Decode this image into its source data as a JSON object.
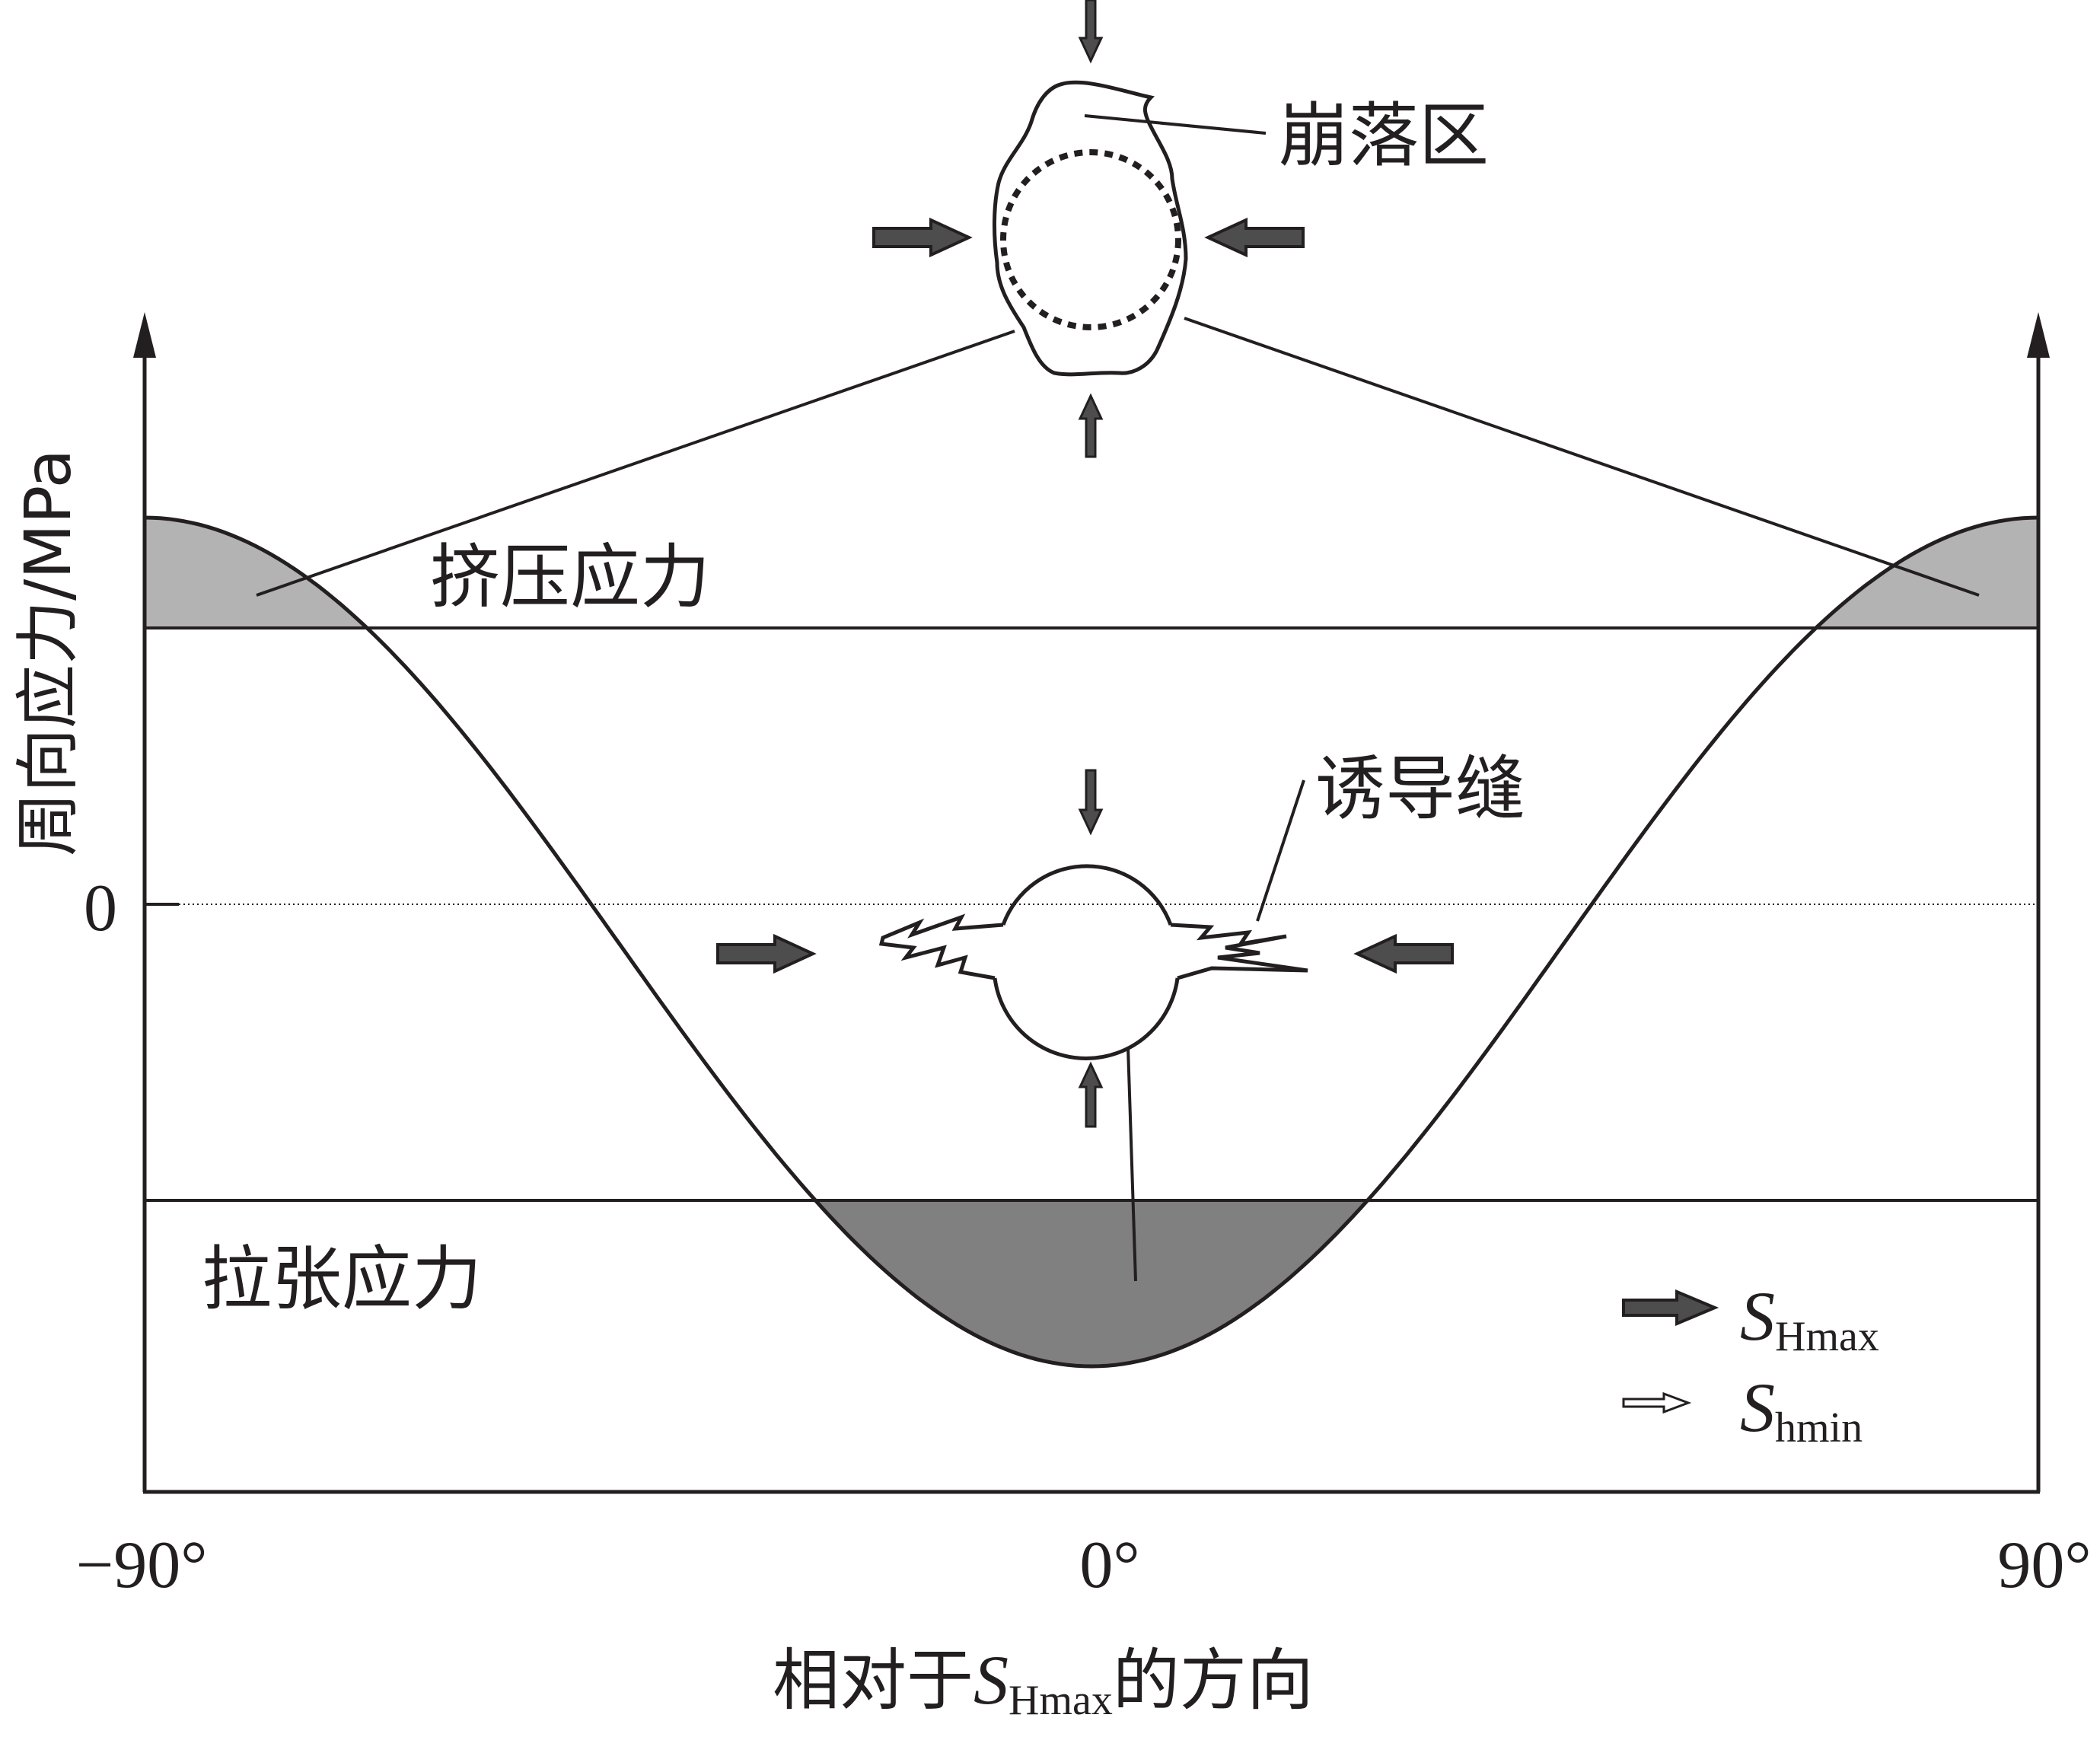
{
  "y_axis_label": "周向应力/MPa",
  "y_zero_label": "0",
  "x_ticks": [
    "−90°",
    "0°",
    "90°"
  ],
  "x_axis_label": {
    "prefix": "相对于",
    "symbol": "S",
    "subscript": "Hmax",
    "suffix": "的方向"
  },
  "region_labels": {
    "compression": "挤压应力",
    "tension": "拉张应力"
  },
  "callouts": {
    "breakout": "崩落区",
    "induced_fracture": "诱导缝"
  },
  "legend": [
    {
      "symbol": "S",
      "subscript": "Hmax",
      "arrow": "thick"
    },
    {
      "symbol": "S",
      "subscript": "hmin",
      "arrow": "thin"
    }
  ],
  "colors": {
    "line": "#231f20",
    "compression_fill": "#b3b3b3",
    "tension_fill": "#808080",
    "arrow_fill": "#4d4d4d"
  }
}
